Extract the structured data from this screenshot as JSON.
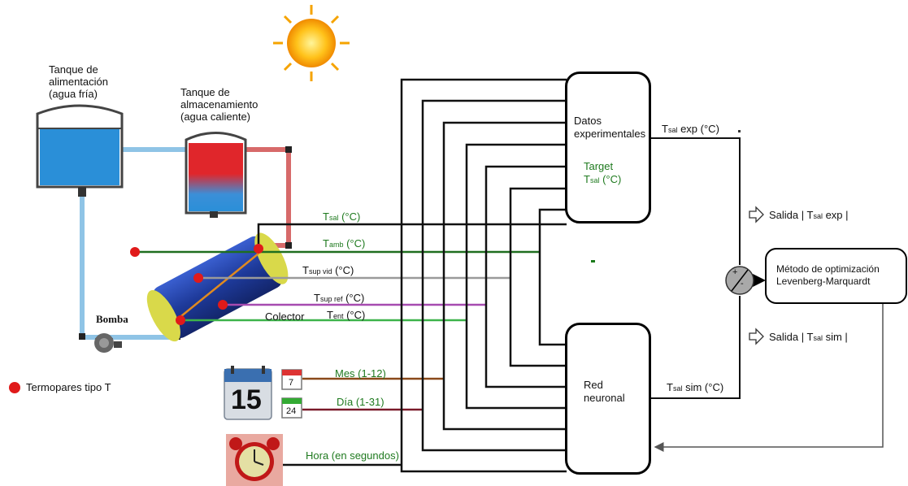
{
  "tanks": {
    "feed_label_1": "Tanque de",
    "feed_label_2": "alimentación",
    "feed_label_3": "(agua fría)",
    "storage_label_1": "Tanque de",
    "storage_label_2": "almacenamiento",
    "storage_label_3": "(agua caliente)"
  },
  "pump_label": "Bomba",
  "collector_label": "Colector",
  "legend_label": "Termopares tipo T",
  "signals": {
    "t_sal": {
      "main": "T",
      "sub": "sal",
      "unit": " (°C)"
    },
    "t_amb": {
      "main": "T",
      "sub": "amb",
      "unit": " (°C)"
    },
    "t_sup_vid": {
      "main": "T",
      "sub": "sup vid",
      "unit": " (°C)"
    },
    "t_sup_ref": {
      "main": "T",
      "sub": "sup ref",
      "unit": " (°C)"
    },
    "t_ent": {
      "main": "T",
      "sub": "ent",
      "unit": " (°C)"
    },
    "mes": "Mes (1-12)",
    "dia": "Día (1-31)",
    "hora": "Hora (en segundos)"
  },
  "calendar": {
    "big": "15",
    "small_a": "7",
    "small_b": "24"
  },
  "datos_box": {
    "line1": "Datos",
    "line2": "experimentales",
    "target": "Target",
    "target_t": {
      "main": "T",
      "sub": "sal",
      "unit": " (°C)"
    }
  },
  "red_box": {
    "line1": "Red",
    "line2": "neuronal"
  },
  "outputs": {
    "tsal_exp": {
      "main": "T",
      "sub": "sal",
      "rest": " exp (°C)"
    },
    "tsal_sim": {
      "main": "T",
      "sub": "sal",
      "rest": " sim (°C)"
    },
    "salida_exp": {
      "prefix": "Salida | T",
      "sub": "sal",
      "rest": " exp |"
    },
    "salida_sim": {
      "prefix": "Salida | T",
      "sub": "sal",
      "rest": " sim |"
    }
  },
  "optimizer": {
    "line1": "Método de optimización",
    "line2": "Levenberg-Marquardt"
  },
  "summer": {
    "plus": "+",
    "minus": "-"
  },
  "colors": {
    "green": "#1f6e1f",
    "gray": "#9a9a9a",
    "purple": "#a64bb0",
    "lightgreen": "#3db34a",
    "brown": "#8a4a1a",
    "darkred": "#7a1a2a",
    "water": "#2a8fd8",
    "hot": "#e0262b",
    "pipe_blue": "#8fc4e6",
    "pipe_red": "#d76a6a",
    "collector": "#1e3a9a",
    "collector_rim": "#d9d94a"
  }
}
